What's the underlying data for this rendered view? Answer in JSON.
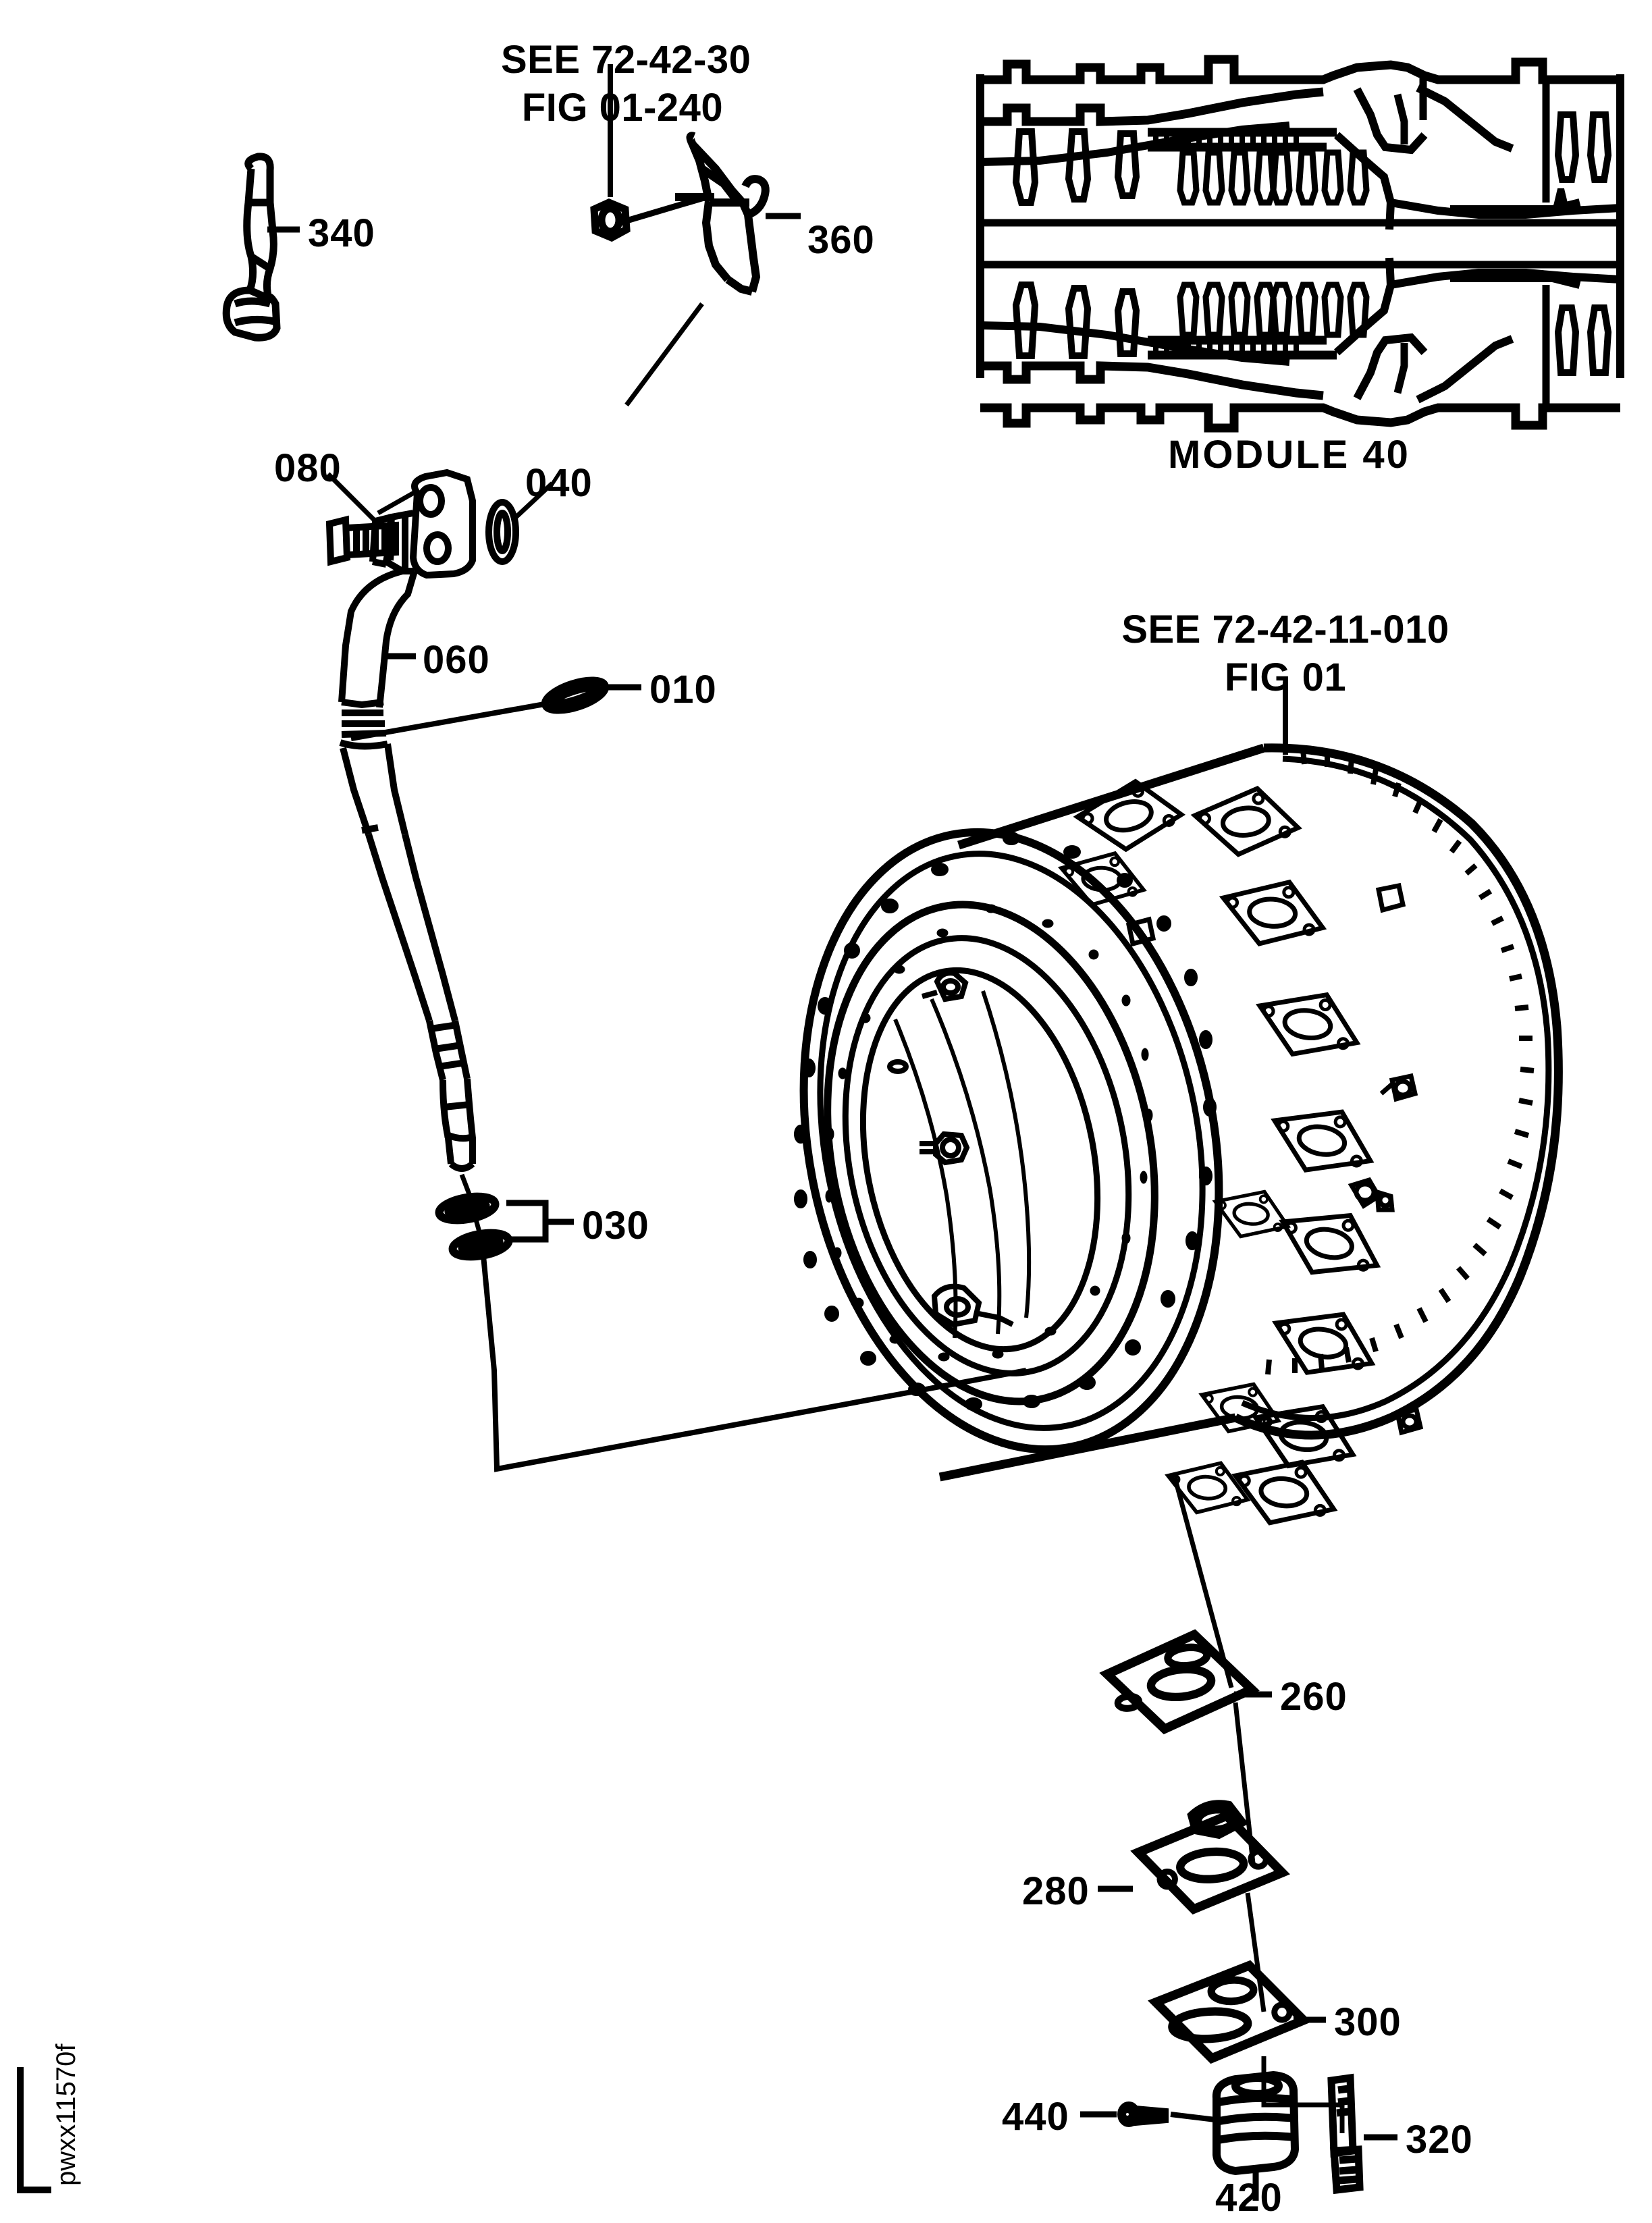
{
  "sheet": {
    "figure_id": "pwxx11570f",
    "module_label": "MODULE 40",
    "references": [
      {
        "id": "ref-top-left",
        "line1": "SEE 72‑42‑30",
        "line2": "FIG 01‑240"
      },
      {
        "id": "ref-case",
        "line1": "SEE 72‑42‑11‑010",
        "line2": "FIG 01"
      }
    ]
  },
  "callouts": [
    {
      "id": "340",
      "label": "340",
      "part": "tube-bracket-upper"
    },
    {
      "id": "360",
      "label": "360",
      "part": "clamp-bracket"
    },
    {
      "id": "080",
      "label": "080",
      "part": "bolt"
    },
    {
      "id": "040",
      "label": "040",
      "part": "washer"
    },
    {
      "id": "060",
      "label": "060",
      "part": "air-tube"
    },
    {
      "id": "010",
      "label": "010",
      "part": "packing-oring"
    },
    {
      "id": "030",
      "label": "030",
      "part": "packing-oring-pair"
    },
    {
      "id": "260",
      "label": "260",
      "part": "mount-pad-upper"
    },
    {
      "id": "280",
      "label": "280",
      "part": "mount-pad-middle"
    },
    {
      "id": "300",
      "label": "300",
      "part": "mount-pad-lower"
    },
    {
      "id": "320",
      "label": "320",
      "part": "bolt-stud"
    },
    {
      "id": "420",
      "label": "420",
      "part": "threaded-insert"
    },
    {
      "id": "440",
      "label": "440",
      "part": "locking-pin"
    }
  ],
  "components": {
    "engine_cross_section": {
      "name": "turbine-engine-cross-section"
    },
    "diffuser_case": {
      "name": "diffuser-case-drum"
    },
    "air_tube_assembly": {
      "name": "air-tube-assembly"
    }
  },
  "style": {
    "ink": "#000000",
    "paper": "#ffffff"
  }
}
